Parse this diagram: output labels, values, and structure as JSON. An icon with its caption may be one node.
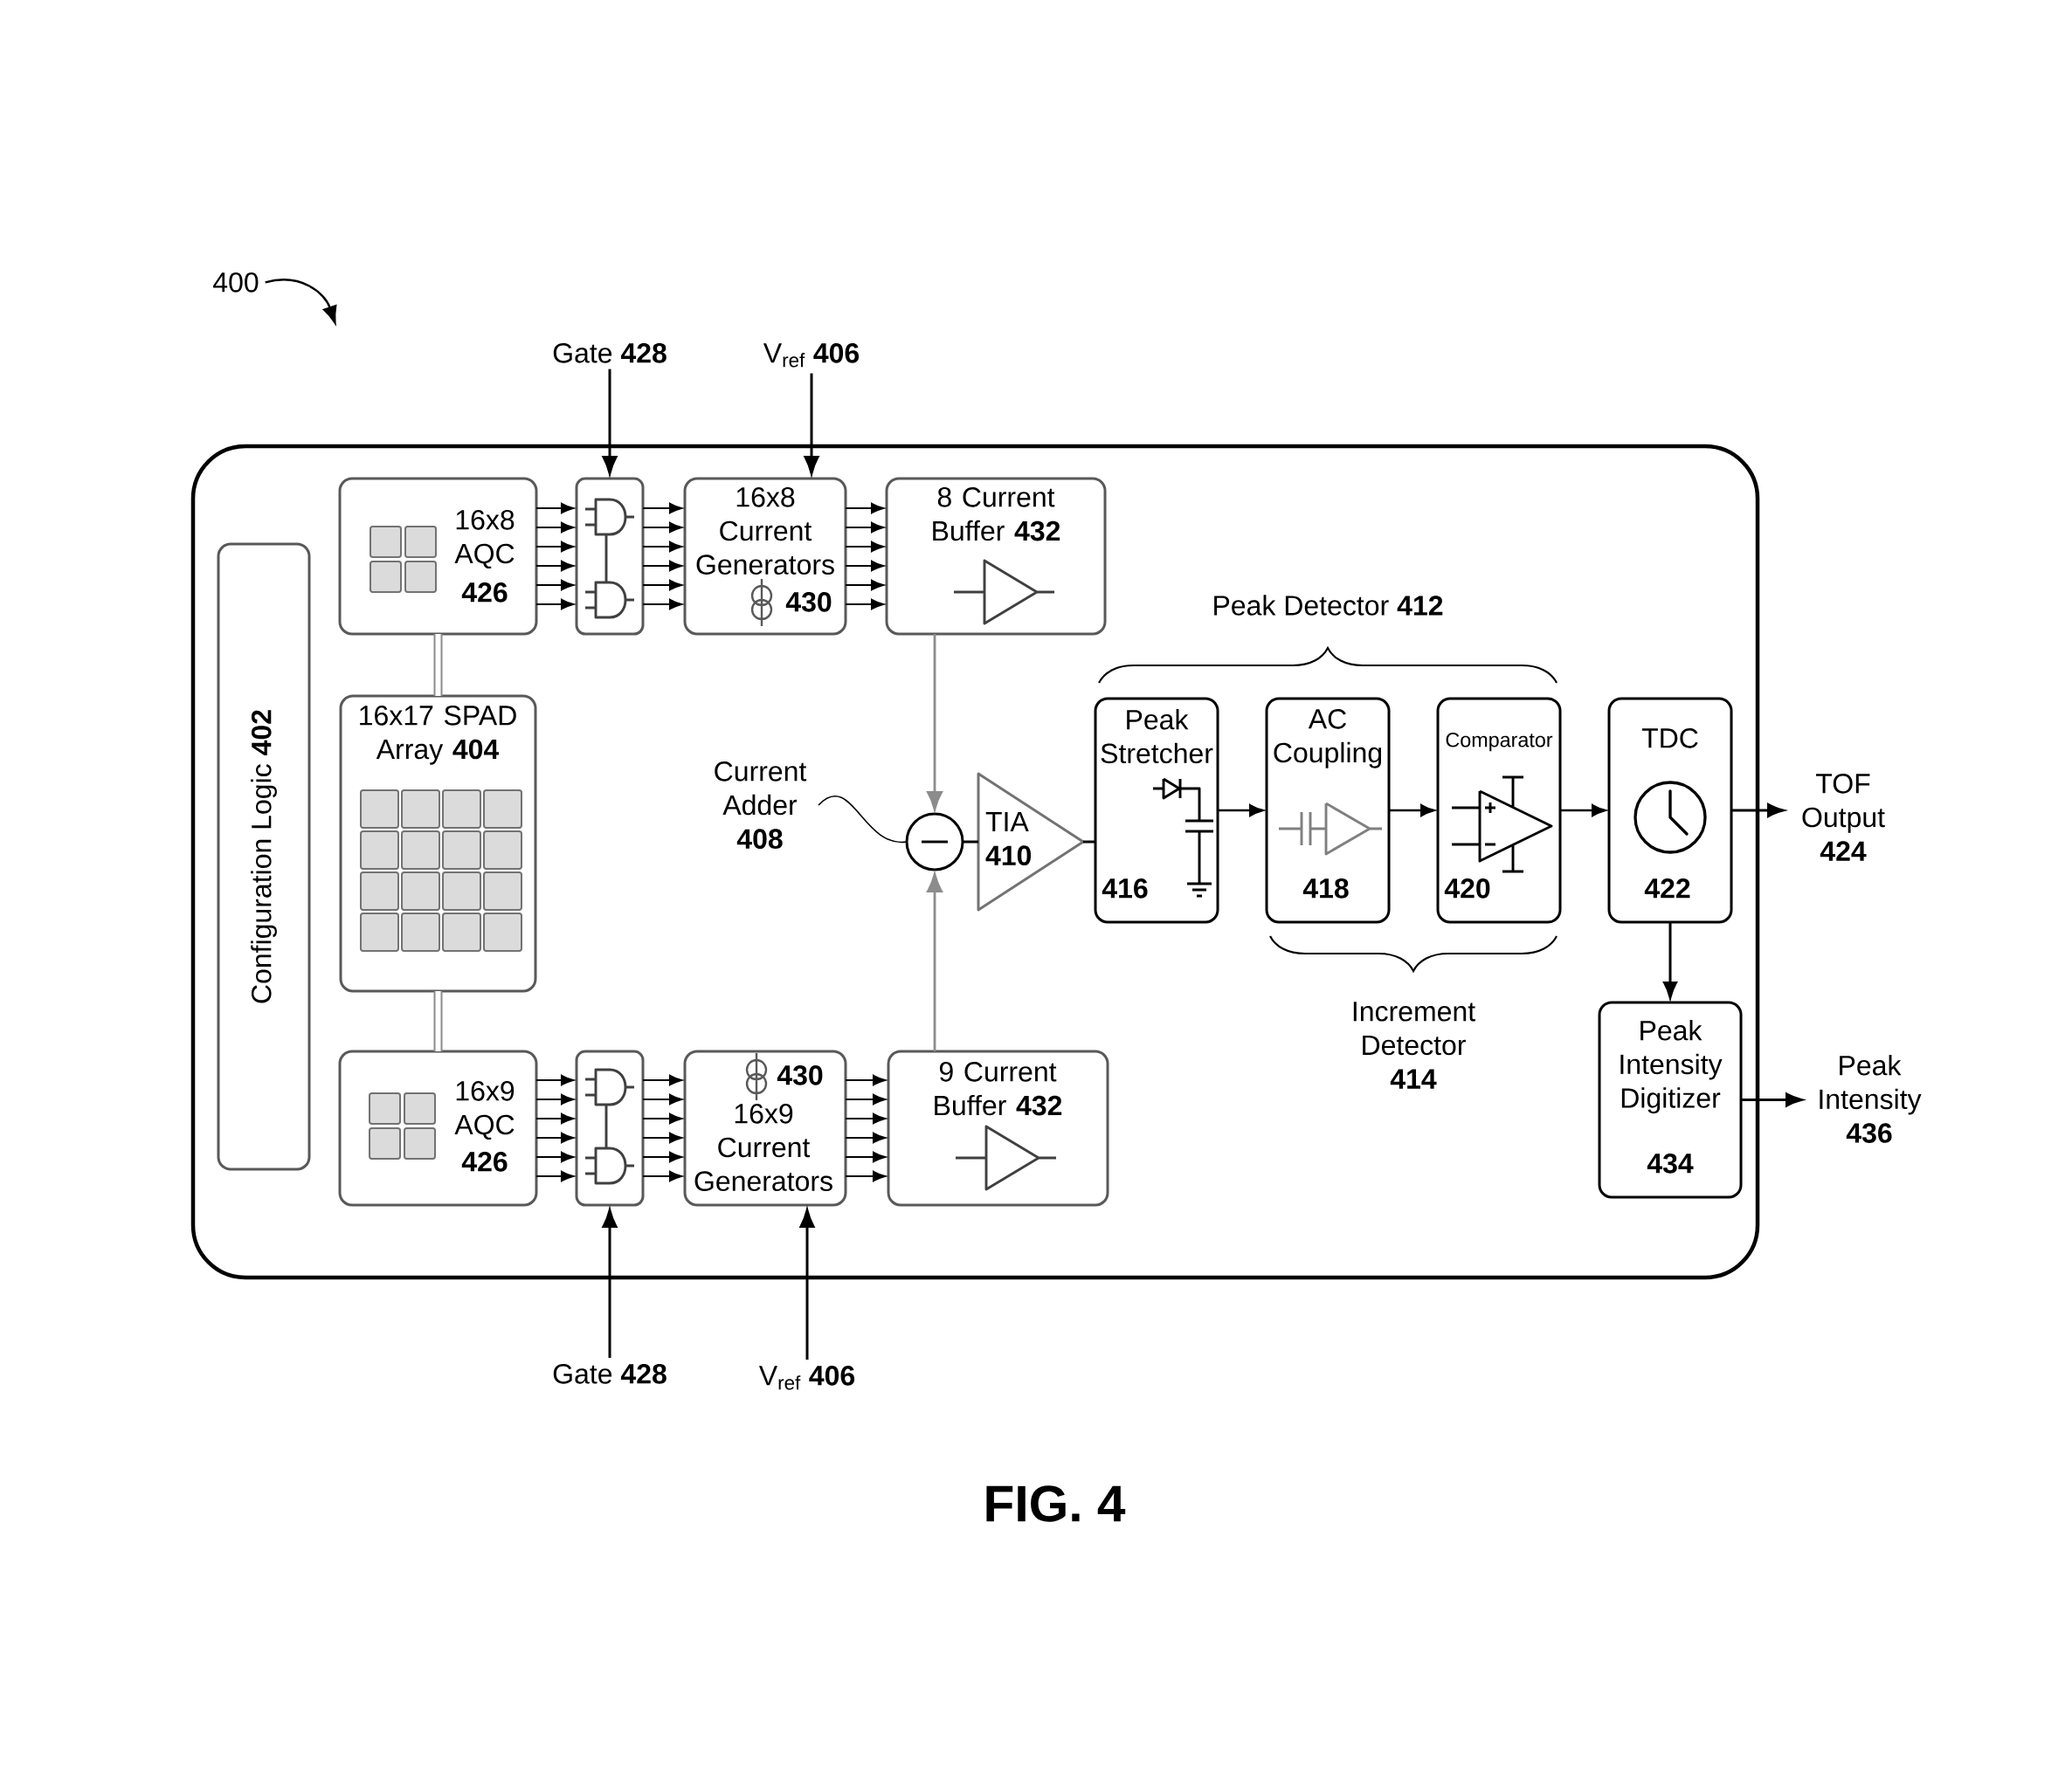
{
  "diagram": {
    "caption": "FIG. 4",
    "nodes": [
      {
        "text": [
          "400"
        ]
      },
      {
        "text": [
          "Gate **428**"
        ]
      },
      {
        "text": [
          "V$_{ref}$ **406**"
        ]
      },
      {
        "text": [],
        "shape": "box"
      },
      {
        "text": [
          "Configuration Logic **402**"
        ],
        "in": 3
      },
      {
        "text": [
          "16x8 AQC",
          "426"
        ],
        "in": 3
      },
      {
        "text": [],
        "shape": "box",
        "in": 3
      },
      {
        "text": [
          "16x8 Current Generators",
          "430"
        ],
        "in": 3
      },
      {
        "text": [
          "8 Current Buffer **432**"
        ],
        "in": 3
      },
      {
        "text": [
          "16x17 SPAD Array **404**"
        ],
        "in": 3
      },
      {
        "text": [
          "Current Adder **408**"
        ],
        "in": 3
      },
      {
        "text": [],
        "shape": "circle",
        "in": 3
      },
      {
        "text": [
          "TIA **410**"
        ],
        "in": 3
      },
      {
        "text": [
          "Peak Stretcher",
          "416"
        ],
        "in": 3
      },
      {
        "text": [
          "AC Coupling",
          "418"
        ],
        "in": 3
      },
      {
        "text": [
          "Comparator",
          "420"
        ],
        "in": 3
      },
      {
        "text": [
          "TDC",
          "422"
        ],
        "in": 3
      },
      {
        "text": [
          "TOF Output **424**"
        ]
      },
      {
        "text": [
          "16x9 AQC",
          "426"
        ],
        "in": 3
      },
      {
        "text": [],
        "shape": "box",
        "in": 3
      },
      {
        "text": [
          "430",
          "16x9 Current Generators"
        ],
        "in": 3
      },
      {
        "text": [
          "9 Current Buffer **432**"
        ],
        "in": 3
      },
      {
        "text": [
          "Peak Intensity Digitizer",
          "434"
        ],
        "in": 3
      },
      {
        "text": [
          "Peak Intensity **436**"
        ]
      },
      {
        "text": [
          "Gate **428**"
        ]
      },
      {
        "text": [
          "V$_{ref}$ **406**"
        ]
      }
    ],
    "edges": [
      {
        "from": 0,
        "to": null,
        "arrow": "to"
      },
      {
        "from": 1,
        "to": 6,
        "arrow": "to"
      },
      {
        "from": 2,
        "to": 7,
        "arrow": "to"
      },
      {
        "from": 5,
        "to": 6,
        "arrow": "to"
      },
      {
        "from": 6,
        "to": 7,
        "arrow": "to"
      },
      {
        "from": 7,
        "to": 8,
        "arrow": "to"
      },
      {
        "from": 5,
        "to": 9,
        "arrow": "none",
        "style": "thick",
        "color": "#8c8c8c"
      },
      {
        "from": 8,
        "to": 11,
        "arrow": "to",
        "color": "#8c8c8c"
      },
      {
        "from": 10,
        "to": 11,
        "arrow": "none"
      },
      {
        "from": 11,
        "to": 12,
        "arrow": "none"
      },
      {
        "from": 12,
        "to": 13,
        "arrow": "none"
      },
      {
        "from": 13,
        "to": 14,
        "arrow": "to"
      },
      {
        "from": 14,
        "to": 15,
        "arrow": "to"
      },
      {
        "from": 15,
        "to": 16,
        "arrow": "to"
      },
      {
        "from": 16,
        "to": 17,
        "arrow": "to"
      },
      {
        "from": 16,
        "to": 22,
        "arrow": "to"
      },
      {
        "from": 9,
        "to": 18,
        "arrow": "none",
        "style": "thick",
        "color": "#8c8c8c"
      },
      {
        "from": 18,
        "to": 19,
        "arrow": "to"
      },
      {
        "from": 19,
        "to": 20,
        "arrow": "to"
      },
      {
        "from": 20,
        "to": 21,
        "arrow": "to"
      },
      {
        "from": 21,
        "to": 11,
        "arrow": "to",
        "color": "#8c8c8c"
      },
      {
        "from": 22,
        "to": 23,
        "arrow": "to"
      },
      {
        "from": 24,
        "to": 19,
        "arrow": "to"
      },
      {
        "from": 25,
        "to": 20,
        "arrow": "to"
      }
    ],
    "labels": [
      "Peak Detector **412**",
      "Increment Detector **414**"
    ]
  }
}
